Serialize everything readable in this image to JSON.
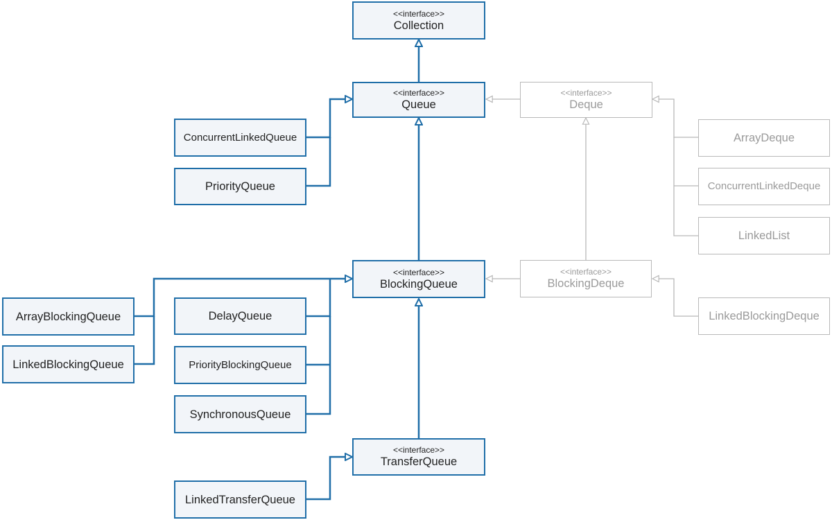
{
  "diagram": {
    "nodes": [
      {
        "id": "collection",
        "stereotype": "<<interface>>",
        "label": "Collection",
        "style": "blue"
      },
      {
        "id": "queue",
        "stereotype": "<<interface>>",
        "label": "Queue",
        "style": "blue"
      },
      {
        "id": "deque",
        "stereotype": "<<interface>>",
        "label": "Deque",
        "style": "gray"
      },
      {
        "id": "concurrent-linked-queue",
        "stereotype": "",
        "label": "ConcurrentLinkedQueue",
        "style": "blue"
      },
      {
        "id": "priority-queue",
        "stereotype": "",
        "label": "PriorityQueue",
        "style": "blue"
      },
      {
        "id": "array-deque",
        "stereotype": "",
        "label": "ArrayDeque",
        "style": "gray"
      },
      {
        "id": "concurrent-linked-deque",
        "stereotype": "",
        "label": "ConcurrentLinkedDeque",
        "style": "gray"
      },
      {
        "id": "linked-list",
        "stereotype": "",
        "label": "LinkedList",
        "style": "gray"
      },
      {
        "id": "blocking-queue",
        "stereotype": "<<interface>>",
        "label": "BlockingQueue",
        "style": "blue"
      },
      {
        "id": "blocking-deque",
        "stereotype": "<<interface>>",
        "label": "BlockingDeque",
        "style": "gray"
      },
      {
        "id": "linked-blocking-deque",
        "stereotype": "",
        "label": "LinkedBlockingDeque",
        "style": "gray"
      },
      {
        "id": "array-blocking-queue",
        "stereotype": "",
        "label": "ArrayBlockingQueue",
        "style": "blue"
      },
      {
        "id": "linked-blocking-queue",
        "stereotype": "",
        "label": "LinkedBlockingQueue",
        "style": "blue"
      },
      {
        "id": "delay-queue",
        "stereotype": "",
        "label": "DelayQueue",
        "style": "blue"
      },
      {
        "id": "priority-blocking-queue",
        "stereotype": "",
        "label": "PriorityBlockingQueue",
        "style": "blue"
      },
      {
        "id": "synchronous-queue",
        "stereotype": "",
        "label": "SynchronousQueue",
        "style": "blue"
      },
      {
        "id": "transfer-queue",
        "stereotype": "<<interface>>",
        "label": "TransferQueue",
        "style": "blue"
      },
      {
        "id": "linked-transfer-queue",
        "stereotype": "",
        "label": "LinkedTransferQueue",
        "style": "blue"
      }
    ],
    "edges": [
      {
        "from": "queue",
        "to": "collection"
      },
      {
        "from": "concurrent-linked-queue",
        "to": "queue"
      },
      {
        "from": "priority-queue",
        "to": "queue"
      },
      {
        "from": "deque",
        "to": "queue"
      },
      {
        "from": "array-deque",
        "to": "deque"
      },
      {
        "from": "concurrent-linked-deque",
        "to": "deque"
      },
      {
        "from": "linked-list",
        "to": "deque"
      },
      {
        "from": "blocking-queue",
        "to": "queue"
      },
      {
        "from": "blocking-deque",
        "to": "deque"
      },
      {
        "from": "blocking-deque",
        "to": "blocking-queue"
      },
      {
        "from": "linked-blocking-deque",
        "to": "blocking-deque"
      },
      {
        "from": "array-blocking-queue",
        "to": "blocking-queue"
      },
      {
        "from": "linked-blocking-queue",
        "to": "blocking-queue"
      },
      {
        "from": "delay-queue",
        "to": "blocking-queue"
      },
      {
        "from": "priority-blocking-queue",
        "to": "blocking-queue"
      },
      {
        "from": "synchronous-queue",
        "to": "blocking-queue"
      },
      {
        "from": "transfer-queue",
        "to": "blocking-queue"
      },
      {
        "from": "linked-transfer-queue",
        "to": "transfer-queue"
      }
    ],
    "colors": {
      "primary": "#1f6ea8",
      "primary_fill": "#f2f5f9",
      "secondary": "#b8b8b8",
      "secondary_text": "#9a9a9a"
    }
  }
}
